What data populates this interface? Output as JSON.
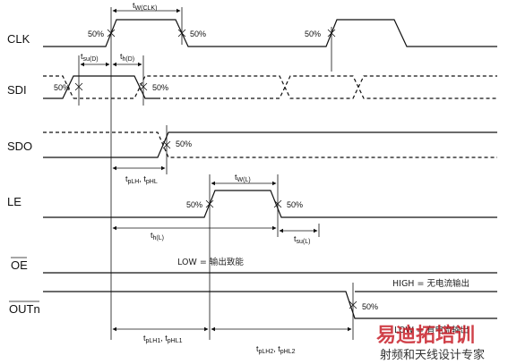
{
  "signals": {
    "clk": "CLK",
    "sdi": "SDI",
    "sdo": "SDO",
    "le": "LE",
    "oe": "OE",
    "outn": "OUTn"
  },
  "percent_label": "50%",
  "timing": {
    "tw_clk": {
      "base": "t",
      "sub": "W(CLK)"
    },
    "tsu_d": {
      "base": "t",
      "sub": "su(D)"
    },
    "th_d": {
      "base": "t",
      "sub": "h(D)"
    },
    "tplh": {
      "base": "t",
      "sub": "pLH"
    },
    "tphl": {
      "base": "t",
      "sub": "pHL"
    },
    "tw_l": {
      "base": "t",
      "sub": "W(L)"
    },
    "th_l": {
      "base": "t",
      "sub": "h(L)"
    },
    "tsu_l": {
      "base": "t",
      "sub": "su(L)"
    },
    "tplh1": {
      "base": "t",
      "sub": "pLH1"
    },
    "tphl1": {
      "base": "t",
      "sub": "pHL1"
    },
    "tplh2": {
      "base": "t",
      "sub": "pLH2"
    },
    "tphl2": {
      "base": "t",
      "sub": "pHL2"
    }
  },
  "annotations": {
    "low_enable": "LOW = 输出致能",
    "high_no_current": "HIGH = 无电流输出",
    "low_current": "LOW = 有电流输出"
  },
  "watermark": {
    "main": "易迪拓培训",
    "sub": "射频和天线设计专家",
    "color": "#c8202a"
  }
}
